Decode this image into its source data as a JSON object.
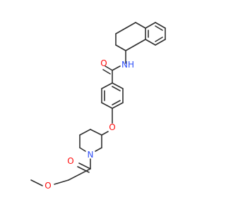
{
  "diagram_type": "chemical-structure",
  "colors": {
    "bond": "#303030",
    "oxygen": "#ff0d0d",
    "nitrogen": "#3050f8",
    "background": "#ffffff"
  },
  "atoms": {
    "amide_oxygen": "O",
    "amide_nh": "NH",
    "ether_oxygen": "O",
    "piperidine_nitrogen": "N",
    "acyl_oxygen": "O",
    "methoxy_oxygen": "O"
  }
}
